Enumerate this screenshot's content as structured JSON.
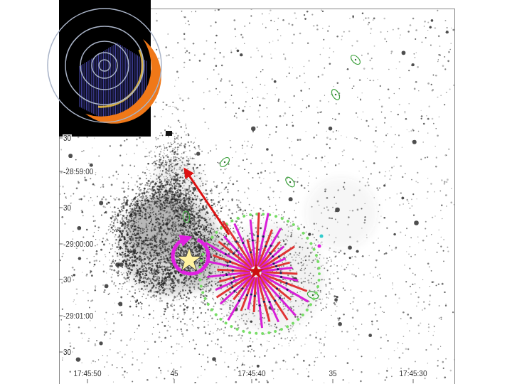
{
  "diagram": {
    "labels": [
      "30",
      "-28:59:00",
      "30",
      "-29:00:00",
      "30",
      "-29:01:00",
      "30",
      "17:45:50",
      "45",
      "17:45:40",
      "35",
      "17:45:30"
    ]
  }
}
